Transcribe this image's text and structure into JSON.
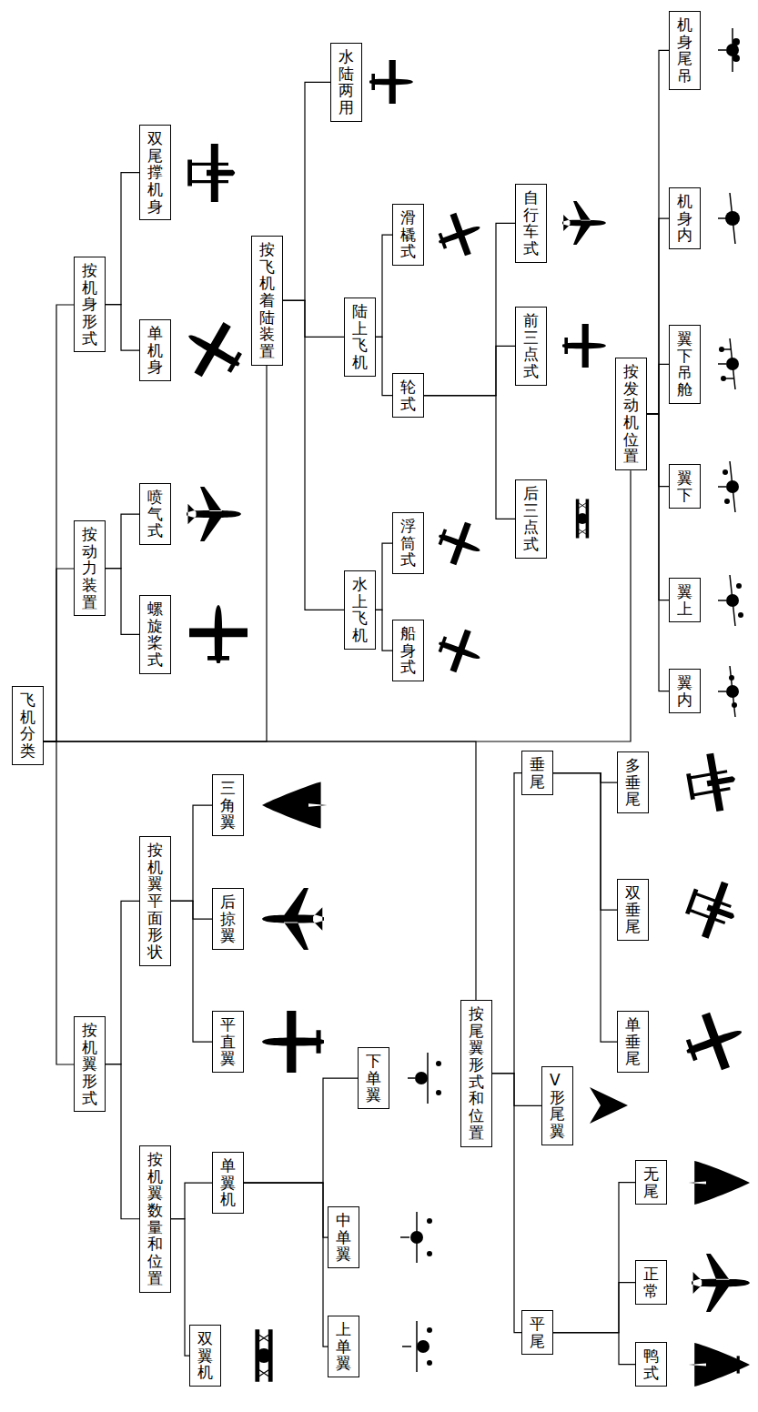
{
  "diagram": {
    "nodes": [
      {
        "text": [
          "飞机分类"
        ]
      },
      {
        "text": [
          "按机翼形式"
        ]
      },
      {
        "text": [
          "按机翼数量和位置"
        ]
      },
      {
        "text": [
          "双翼机"
        ]
      },
      {
        "text": [
          "单翼机"
        ]
      },
      {
        "text": [
          "上单翼"
        ]
      },
      {
        "text": [
          "中单翼"
        ]
      },
      {
        "text": [
          "下单翼"
        ]
      },
      {
        "text": [
          "按机翼平面形状"
        ]
      },
      {
        "text": [
          "平直翼"
        ]
      },
      {
        "text": [
          "后掠翼"
        ]
      },
      {
        "text": [
          "三角翼"
        ]
      },
      {
        "text": [
          "按动力装置"
        ]
      },
      {
        "text": [
          "螺旋桨式"
        ]
      },
      {
        "text": [
          "喷气式"
        ]
      },
      {
        "text": [
          "按机身形式"
        ]
      },
      {
        "text": [
          "单机身"
        ]
      },
      {
        "text": [
          "双尾撑机身"
        ]
      },
      {
        "text": [
          "按飞机着陆装置"
        ]
      },
      {
        "text": [
          "水上飞机"
        ]
      },
      {
        "text": [
          "船身式"
        ]
      },
      {
        "text": [
          "浮筒式"
        ]
      },
      {
        "text": [
          "陆上飞机"
        ]
      },
      {
        "text": [
          "轮式"
        ]
      },
      {
        "text": [
          "后三点式"
        ]
      },
      {
        "text": [
          "前三点式"
        ]
      },
      {
        "text": [
          "自行车式"
        ]
      },
      {
        "text": [
          "滑橇式"
        ]
      },
      {
        "text": [
          "水陆两用"
        ]
      },
      {
        "text": [
          "按尾翼形式和位置"
        ]
      },
      {
        "text": [
          "平尾"
        ]
      },
      {
        "text": [
          "鸭式"
        ]
      },
      {
        "text": [
          "正常"
        ]
      },
      {
        "text": [
          "无尾"
        ]
      },
      {
        "text": [
          "V形尾翼"
        ]
      },
      {
        "text": [
          "垂尾"
        ]
      },
      {
        "text": [
          "单垂尾"
        ]
      },
      {
        "text": [
          "双垂尾"
        ]
      },
      {
        "text": [
          "多垂尾"
        ]
      },
      {
        "text": [
          "按发动机位置"
        ]
      },
      {
        "text": [
          "翼内"
        ]
      },
      {
        "text": [
          "翼上"
        ]
      },
      {
        "text": [
          "翼下"
        ]
      },
      {
        "text": [
          "翼下吊舱"
        ]
      },
      {
        "text": [
          "机身内"
        ]
      },
      {
        "text": [
          "机身尾吊"
        ]
      }
    ],
    "edges": [
      {
        "from": 0,
        "to": 1,
        "arrow": "none"
      },
      {
        "from": 0,
        "to": 12,
        "arrow": "none"
      },
      {
        "from": 0,
        "to": 15,
        "arrow": "none"
      },
      {
        "from": 0,
        "to": 18,
        "arrow": "none"
      },
      {
        "from": 0,
        "to": 29,
        "arrow": "none"
      },
      {
        "from": 0,
        "to": 39,
        "arrow": "none"
      },
      {
        "from": 1,
        "to": 2,
        "arrow": "none"
      },
      {
        "from": 1,
        "to": 8,
        "arrow": "none"
      },
      {
        "from": 2,
        "to": 3,
        "arrow": "none"
      },
      {
        "from": 2,
        "to": 4,
        "arrow": "none"
      },
      {
        "from": 4,
        "to": 5,
        "arrow": "none"
      },
      {
        "from": 4,
        "to": 6,
        "arrow": "none"
      },
      {
        "from": 4,
        "to": 7,
        "arrow": "none"
      },
      {
        "from": 8,
        "to": 9,
        "arrow": "none"
      },
      {
        "from": 8,
        "to": 10,
        "arrow": "none"
      },
      {
        "from": 8,
        "to": 11,
        "arrow": "none"
      },
      {
        "from": 12,
        "to": 13,
        "arrow": "none"
      },
      {
        "from": 12,
        "to": 14,
        "arrow": "none"
      },
      {
        "from": 15,
        "to": 16,
        "arrow": "none"
      },
      {
        "from": 15,
        "to": 17,
        "arrow": "none"
      },
      {
        "from": 18,
        "to": 19,
        "arrow": "none"
      },
      {
        "from": 18,
        "to": 22,
        "arrow": "none"
      },
      {
        "from": 18,
        "to": 28,
        "arrow": "none"
      },
      {
        "from": 19,
        "to": 20,
        "arrow": "none"
      },
      {
        "from": 19,
        "to": 21,
        "arrow": "none"
      },
      {
        "from": 22,
        "to": 23,
        "arrow": "none"
      },
      {
        "from": 22,
        "to": 27,
        "arrow": "none"
      },
      {
        "from": 23,
        "to": 24,
        "arrow": "none"
      },
      {
        "from": 23,
        "to": 25,
        "arrow": "none"
      },
      {
        "from": 23,
        "to": 26,
        "arrow": "none"
      },
      {
        "from": 29,
        "to": 30,
        "arrow": "none"
      },
      {
        "from": 29,
        "to": 34,
        "arrow": "none"
      },
      {
        "from": 29,
        "to": 35,
        "arrow": "none"
      },
      {
        "from": 30,
        "to": 31,
        "arrow": "none"
      },
      {
        "from": 30,
        "to": 32,
        "arrow": "none"
      },
      {
        "from": 30,
        "to": 33,
        "arrow": "none"
      },
      {
        "from": 35,
        "to": 36,
        "arrow": "none"
      },
      {
        "from": 35,
        "to": 37,
        "arrow": "none"
      },
      {
        "from": 35,
        "to": 38,
        "arrow": "none"
      },
      {
        "from": 39,
        "to": 40,
        "arrow": "none"
      },
      {
        "from": 39,
        "to": 41,
        "arrow": "none"
      },
      {
        "from": 39,
        "to": 42,
        "arrow": "none"
      },
      {
        "from": 39,
        "to": 43,
        "arrow": "none"
      },
      {
        "from": 39,
        "to": 44,
        "arrow": "none"
      },
      {
        "from": 39,
        "to": 45,
        "arrow": "none"
      }
    ]
  }
}
